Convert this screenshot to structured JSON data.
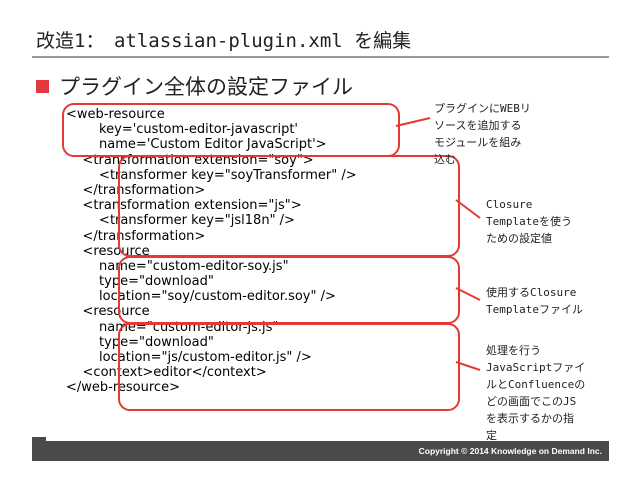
{
  "slide": {
    "title": "改造1：　atlassian-plugin.xml を編集",
    "bullet": "プラグイン全体の設定ファイル"
  },
  "code": {
    "lines": [
      "<web-resource",
      "        key='custom-editor-javascript'",
      "        name='Custom Editor JavaScript'>",
      "    <transformation extension=\"soy\">",
      "        <transformer key=\"soyTransformer\" />",
      "    </transformation>",
      "    <transformation extension=\"js\">",
      "        <transformer key=\"jsl18n\" />",
      "    </transformation>",
      "    <resource",
      "        name=\"custom-editor-soy.js\"",
      "        type=\"download\"",
      "        location=\"soy/custom-editor.soy\" />",
      "    <resource",
      "        name=\"custom-editor-js.js\"",
      "        type=\"download\"",
      "        location=\"js/custom-editor.js\" />",
      "    <context>editor</context>",
      "</web-resource>"
    ]
  },
  "callouts": [
    {
      "text": "プラグインにWEBリ\nソースを追加する\nモジュールを組み\n込む"
    },
    {
      "text": "Closure\nTemplateを使う\nための設定値"
    },
    {
      "text": "使用するClosure\nTemplateファイル"
    },
    {
      "text": "処理を行う\nJavaScriptファイ\nルとConfluenceの\nどの画面でこのJS\nを表示するかの指\n定"
    }
  ],
  "footer": {
    "copyright": "Copyright © 2014 Knowledge on Demand Inc."
  },
  "colors": {
    "accent": "#e53935",
    "code_text": "#000000",
    "footer_bar": "#4a4a4a"
  }
}
